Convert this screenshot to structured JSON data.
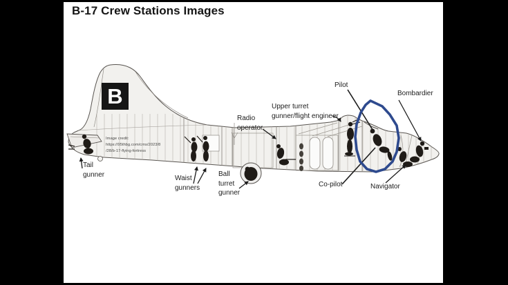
{
  "slide": {
    "title": "B-17 Crew Stations Images",
    "marker_letter": "B",
    "image_credit": "Image credit:\nhttps://95thbg.com/cms/2023/8\n/28/b-17-flying-fortress",
    "colors": {
      "letterbox": "#000000",
      "slide_bg": "#ffffff",
      "ink": "#1c1c1c",
      "annotation_blue": "#2e4a8e"
    },
    "labels": {
      "tail_gunner": "Tail\ngunner",
      "waist_gunners": "Waist\ngunners",
      "ball_turret_gunner": "Ball\nturret\ngunner",
      "radio_operator": "Radio\noperator",
      "upper_turret_gunner": "Upper turret\ngunner/flight engineer",
      "pilot": "Pilot",
      "co_pilot": "Co-pilot",
      "navigator": "Navigator",
      "bombardier": "Bombardier"
    }
  }
}
